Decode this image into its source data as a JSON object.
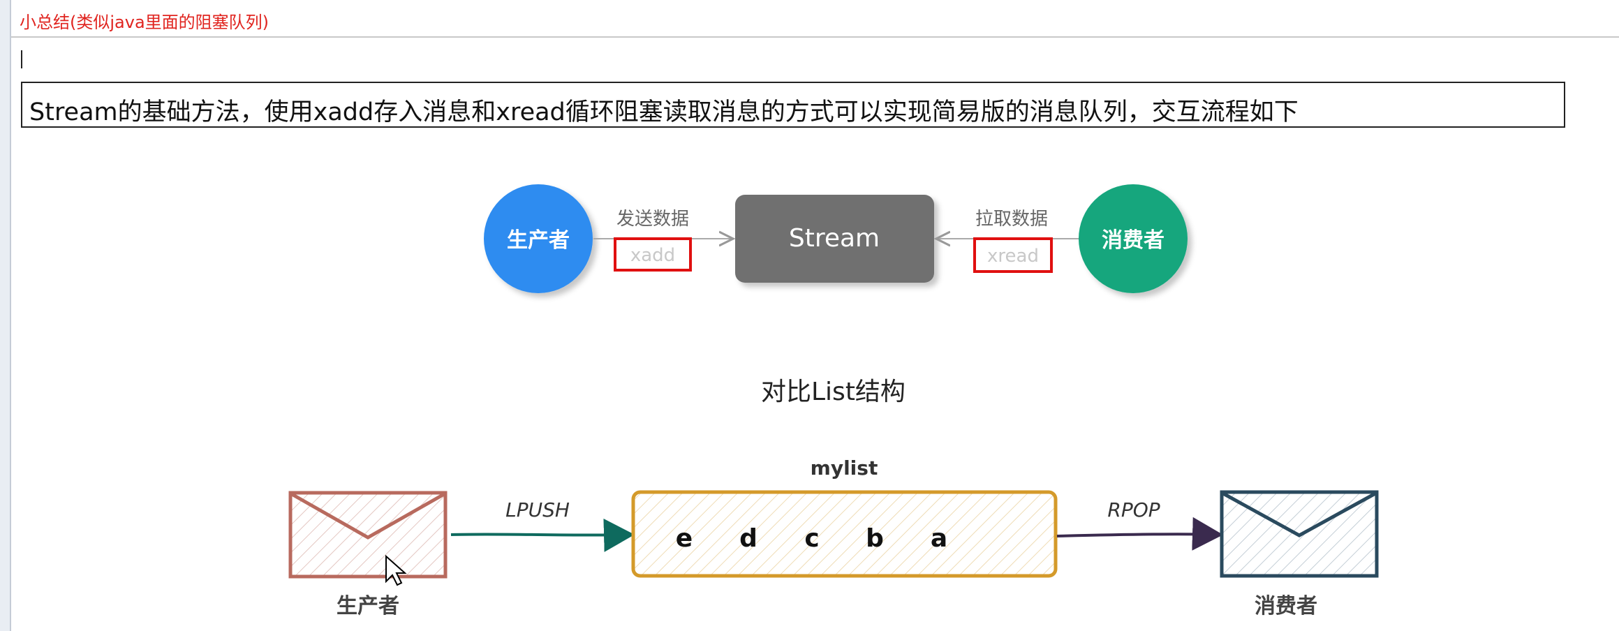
{
  "header": {
    "title": "小总结(类似java里面的阻塞队列)"
  },
  "description": "Stream的基础方法，使用xadd存入消息和xread循环阻塞读取消息的方式可以实现简易版的消息队列，交互流程如下",
  "stream_diagram": {
    "producer": "生产者",
    "send_label": "发送数据",
    "send_cmd": "xadd",
    "stream": "Stream",
    "pull_label": "拉取数据",
    "pull_cmd": "xread",
    "consumer": "消费者",
    "colors": {
      "producer": "#2d8cf0",
      "stream": "#707070",
      "consumer": "#13a67d",
      "highlight": "#e01010"
    }
  },
  "list_section": {
    "title": "对比List结构",
    "list_name": "mylist",
    "push_label": "LPUSH",
    "pop_label": "RPOP",
    "items": [
      "e",
      "d",
      "c",
      "b",
      "a"
    ],
    "producer": "生产者",
    "consumer": "消费者",
    "colors": {
      "producer_env": "#b86a5e",
      "list_border": "#d49a2a",
      "consumer_env": "#2a4a5e",
      "push_arrow": "#0e6a5e",
      "pop_arrow": "#3a2a4e"
    }
  }
}
